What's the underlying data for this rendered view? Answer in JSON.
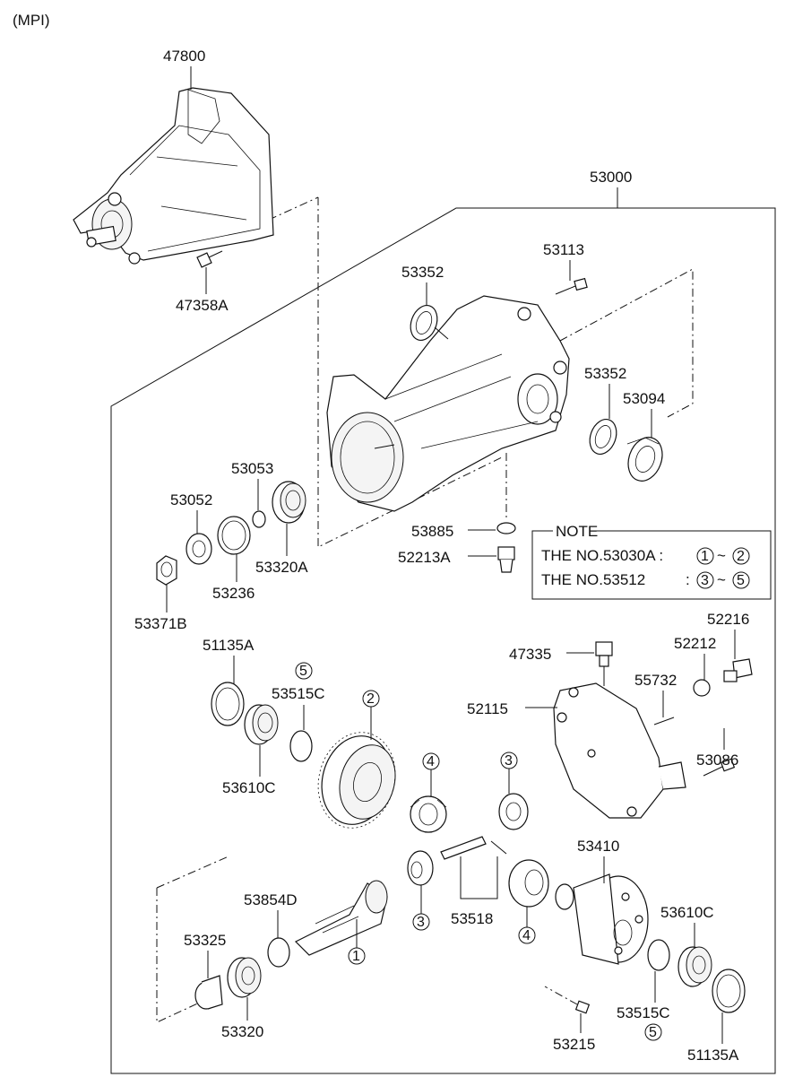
{
  "header": {
    "variant": "(MPI)"
  },
  "parts": {
    "p47800": "47800",
    "p47358A": "47358A",
    "p53000": "53000",
    "p53352_top": "53352",
    "p53113": "53113",
    "p53352_right": "53352",
    "p53094": "53094",
    "p53053": "53053",
    "p53052": "53052",
    "p53320A": "53320A",
    "p53236": "53236",
    "p53371B": "53371B",
    "p53885": "53885",
    "p52213A": "52213A",
    "p51135A_left": "51135A",
    "p53515C_left": "53515C",
    "p53610C_left": "53610C",
    "p47335": "47335",
    "p52216": "52216",
    "p52212": "52212",
    "p55732": "55732",
    "p52115": "52115",
    "p53086": "53086",
    "p53410": "53410",
    "p53518": "53518",
    "p53854D": "53854D",
    "p53325": "53325",
    "p53320": "53320",
    "p53610C_right": "53610C",
    "p53515C_right": "53515C",
    "p53215": "53215",
    "p51135A_right": "51135A"
  },
  "callouts": {
    "c1": "1",
    "c2": "2",
    "c3a": "3",
    "c3b": "3",
    "c4a": "4",
    "c4b": "4",
    "c5top": "5",
    "c5bot": "5"
  },
  "note": {
    "title": "NOTE",
    "line1_prefix": "THE NO.53030A :",
    "line1_a": "1",
    "line1_sep": "~",
    "line1_b": "2",
    "line2_prefix": "THE NO.53512",
    "line2_colon": ":",
    "line2_a": "3",
    "line2_sep": "~",
    "line2_b": "5"
  }
}
